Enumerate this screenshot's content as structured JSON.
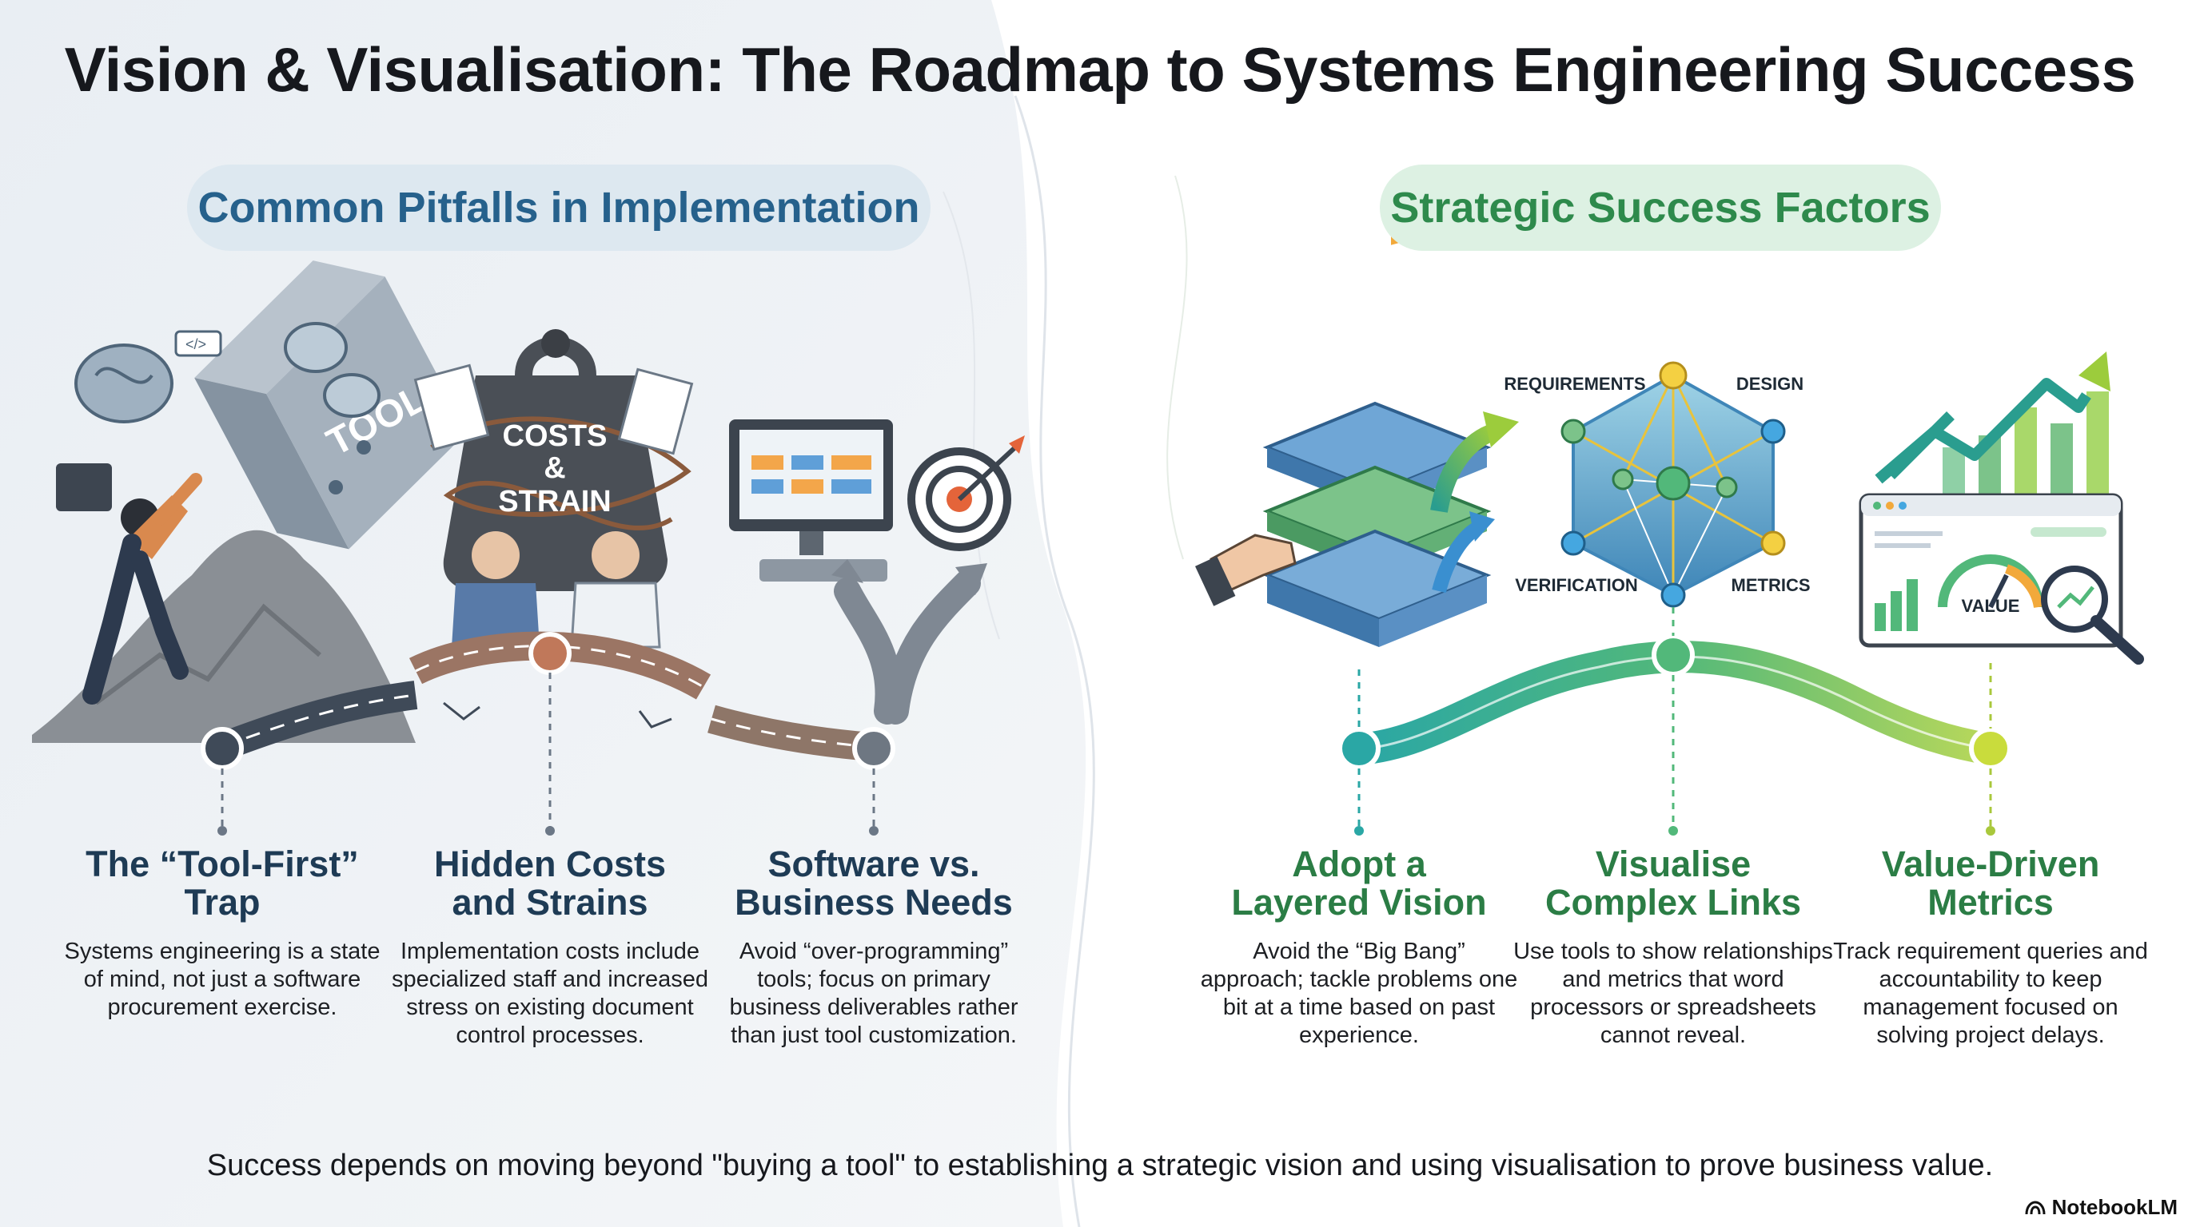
{
  "title": "Vision & Visualisation: The Roadmap to Systems Engineering Success",
  "left_section": {
    "heading": "Common Pitfalls in Implementation",
    "items": [
      {
        "title_line1": "The “Tool-First”",
        "title_line2": "Trap",
        "desc": "Systems engineering is a state of mind, not just a software procurement exercise."
      },
      {
        "title_line1": "Hidden Costs",
        "title_line2": "and Strains",
        "desc": "Implementation costs include specialized staff and increased stress on existing document control processes."
      },
      {
        "title_line1": "Software vs.",
        "title_line2": "Business Needs",
        "desc": "Avoid “over-programming” tools; focus on primary business deliverables rather than just tool customization."
      }
    ]
  },
  "right_section": {
    "heading": "Strategic Success Factors",
    "items": [
      {
        "title_line1": "Adopt a",
        "title_line2": "Layered Vision",
        "desc": "Avoid the “Big Bang” approach; tackle problems one bit at a time based on past experience."
      },
      {
        "title_line1": "Visualise",
        "title_line2": "Complex Links",
        "desc": "Use tools to show relationships and metrics that word processors or spreadsheets cannot reveal."
      },
      {
        "title_line1": "Value-Driven",
        "title_line2": "Metrics",
        "desc": "Track requirement queries and accountability to keep management focused on solving project delays."
      }
    ]
  },
  "illustrations": {
    "tool_label": "TOOL",
    "weight_line1": "COSTS",
    "weight_line2": "&",
    "weight_line3": "STRAIN",
    "network_labels": {
      "requirements": "REQUIREMENTS",
      "design": "DESIGN",
      "verification": "VERIFICATION",
      "metrics": "METRICS"
    },
    "gauge_label": "VALUE",
    "code_icon": "</>"
  },
  "footer": "Success depends on moving beyond \"buying a tool\" to establishing a strategic vision and using visualisation to prove business value.",
  "brand": "NotebookLM",
  "colors": {
    "left_accent": "#26618c",
    "right_accent": "#2e8a4c",
    "left_pill": "#dde8f0",
    "right_pill": "#ddf1e3"
  }
}
